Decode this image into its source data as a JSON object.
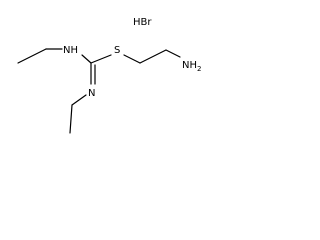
{
  "molecule": {
    "salt": "HBr",
    "atoms": {
      "nh": "NH",
      "s": "S",
      "n": "N",
      "amine": "NH",
      "amine_sub": "2"
    },
    "bond_color": "#000000"
  }
}
